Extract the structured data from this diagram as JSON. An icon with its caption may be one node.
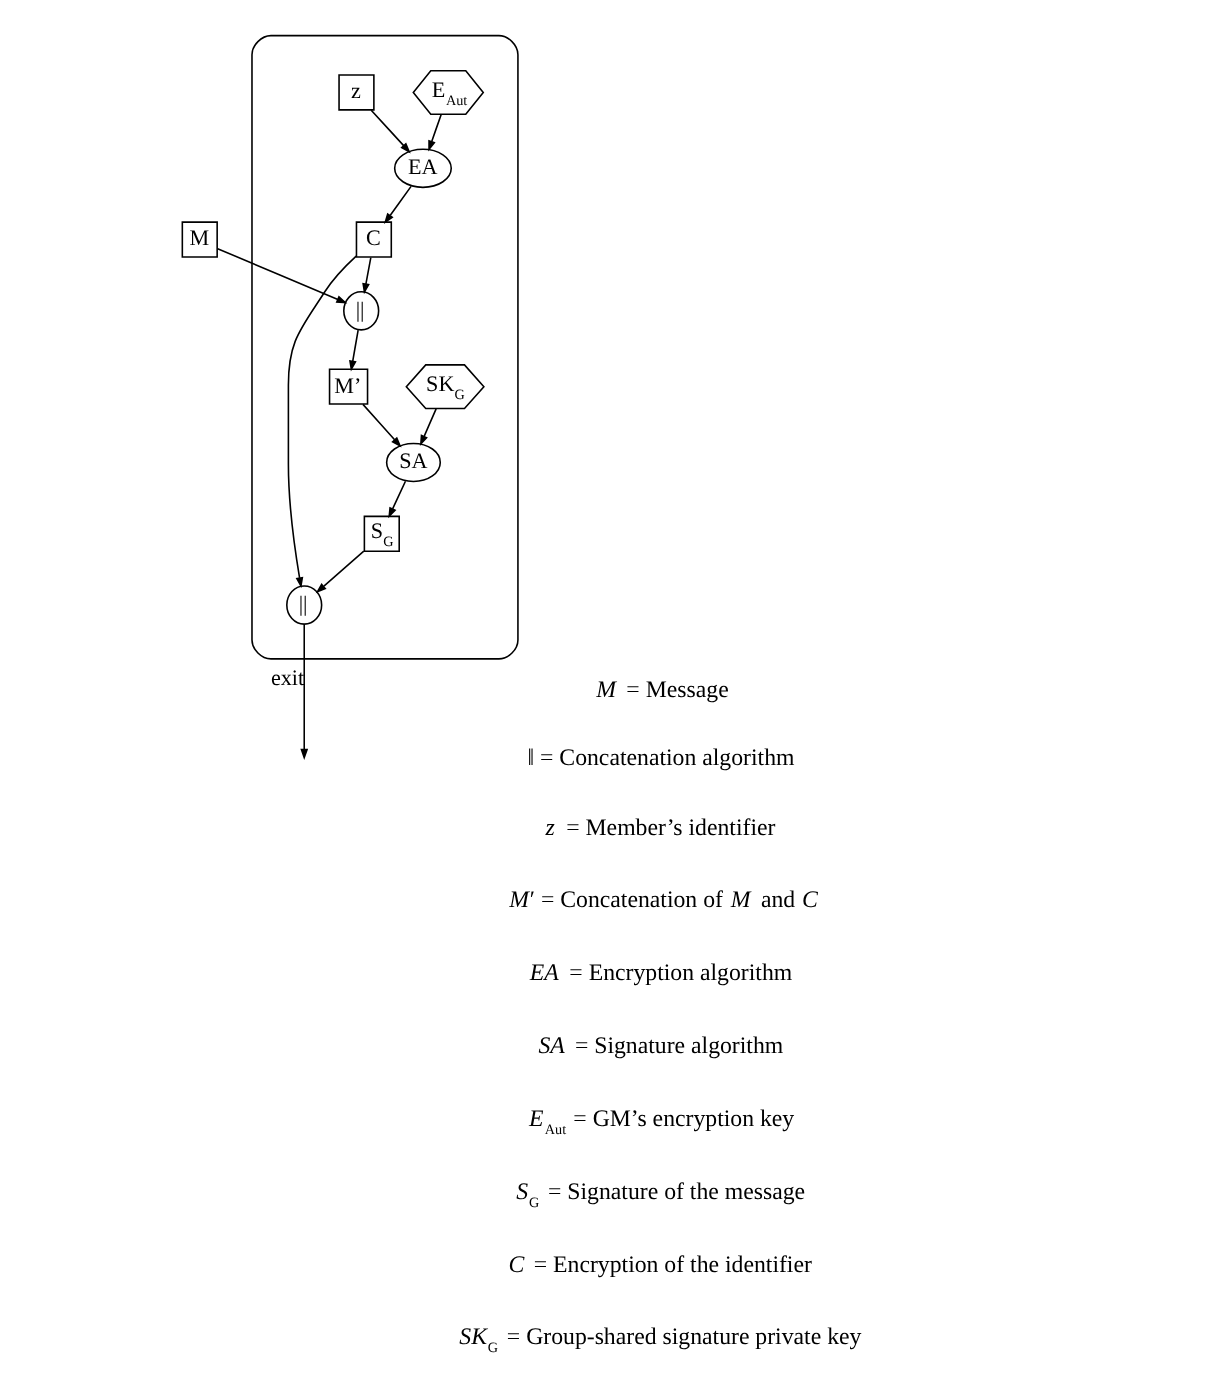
{
  "diagram": {
    "nodes": [
      {
        "text": [
          "M"
        ]
      },
      {
        "text": [],
        "shape": "box"
      },
      {
        "text": [
          "z"
        ],
        "in": 1
      },
      {
        "text": [
          "EA"
        ],
        "in": 1
      },
      {
        "text": [
          "E$_{Aut}$"
        ],
        "in": 1
      },
      {
        "text": [
          "||"
        ],
        "in": 1
      },
      {
        "text": [
          "C"
        ],
        "in": 1
      },
      {
        "text": [
          "||"
        ],
        "in": 1
      },
      {
        "text": [
          "M’"
        ],
        "in": 1
      },
      {
        "text": [
          "SK$_{G}$"
        ],
        "in": 1
      },
      {
        "text": [
          "SA"
        ],
        "in": 1
      },
      {
        "text": [
          "S$_{G}$"
        ],
        "in": 1
      }
    ],
    "edges": [
      {
        "from": 0,
        "to": 5,
        "arrow": "to"
      },
      {
        "from": 2,
        "to": 3,
        "arrow": "to"
      },
      {
        "from": 4,
        "to": 3,
        "arrow": "to"
      },
      {
        "from": 3,
        "to": 6,
        "arrow": "to"
      },
      {
        "from": 6,
        "to": 5,
        "arrow": "to"
      },
      {
        "from": 6,
        "to": 7,
        "arrow": "to"
      },
      {
        "from": 5,
        "to": 8,
        "arrow": "to"
      },
      {
        "from": 8,
        "to": 10,
        "arrow": "to"
      },
      {
        "from": 9,
        "to": 10,
        "arrow": "to"
      },
      {
        "from": 10,
        "to": 11,
        "arrow": "to"
      },
      {
        "from": 11,
        "to": 7,
        "arrow": "to"
      },
      {
        "from": 7,
        "to": null,
        "arrow": "to",
        "label": "exit"
      }
    ],
    "labels": [
      "*M* = Message",
      "‖ = Concatenation algorithm",
      "*z* = Member’s identifier",
      "*M*′ = Concatenation of *M* and *C*",
      "*EA* = Encryption algorithm",
      "*SA* = Signature algorithm",
      "*E*$_{Aut}$ = GM’s encryption key",
      "*S*$_{G}$ = Signature of the message",
      "*C* = Encryption of the identifier",
      "*SK*$_{G}$ = Group-shared signature private key"
    ]
  }
}
